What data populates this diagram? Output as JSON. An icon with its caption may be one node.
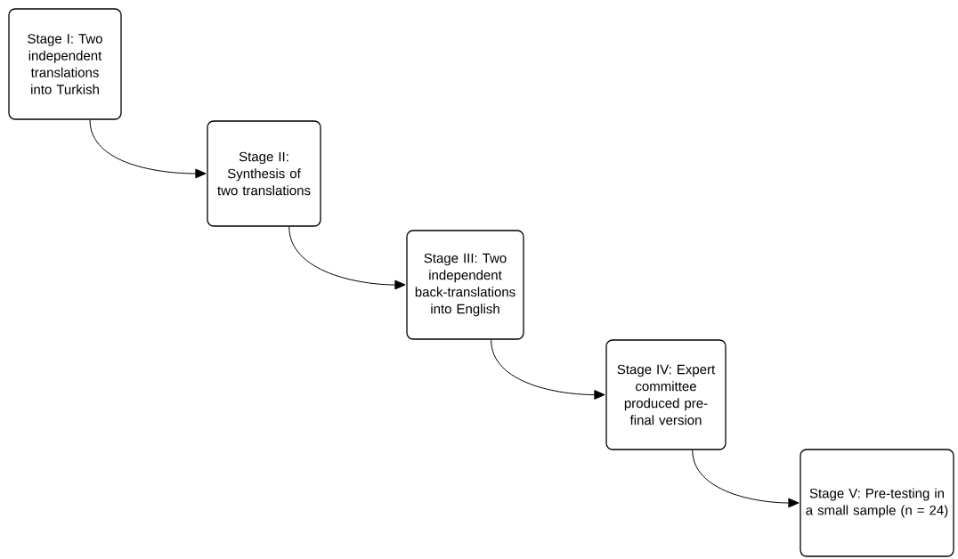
{
  "diagram": {
    "nodes": [
      {
        "text": [
          "Stage I: Two independent translations into Turkish"
        ]
      },
      {
        "text": [
          "Stage II: Synthesis of two translations"
        ]
      },
      {
        "text": [
          "Stage III: Two independent back-translations into English"
        ]
      },
      {
        "text": [
          "Stage IV: Expert committee produced pre-final version"
        ]
      },
      {
        "text": [
          "Stage V: Pre-testing in a small sample (n = 24)"
        ]
      }
    ],
    "edges": [
      {
        "from": 0,
        "to": 1,
        "arrow": "to"
      },
      {
        "from": 1,
        "to": 2,
        "arrow": "to"
      },
      {
        "from": 2,
        "to": 3,
        "arrow": "to"
      },
      {
        "from": 3,
        "to": 4,
        "arrow": "to"
      }
    ]
  }
}
